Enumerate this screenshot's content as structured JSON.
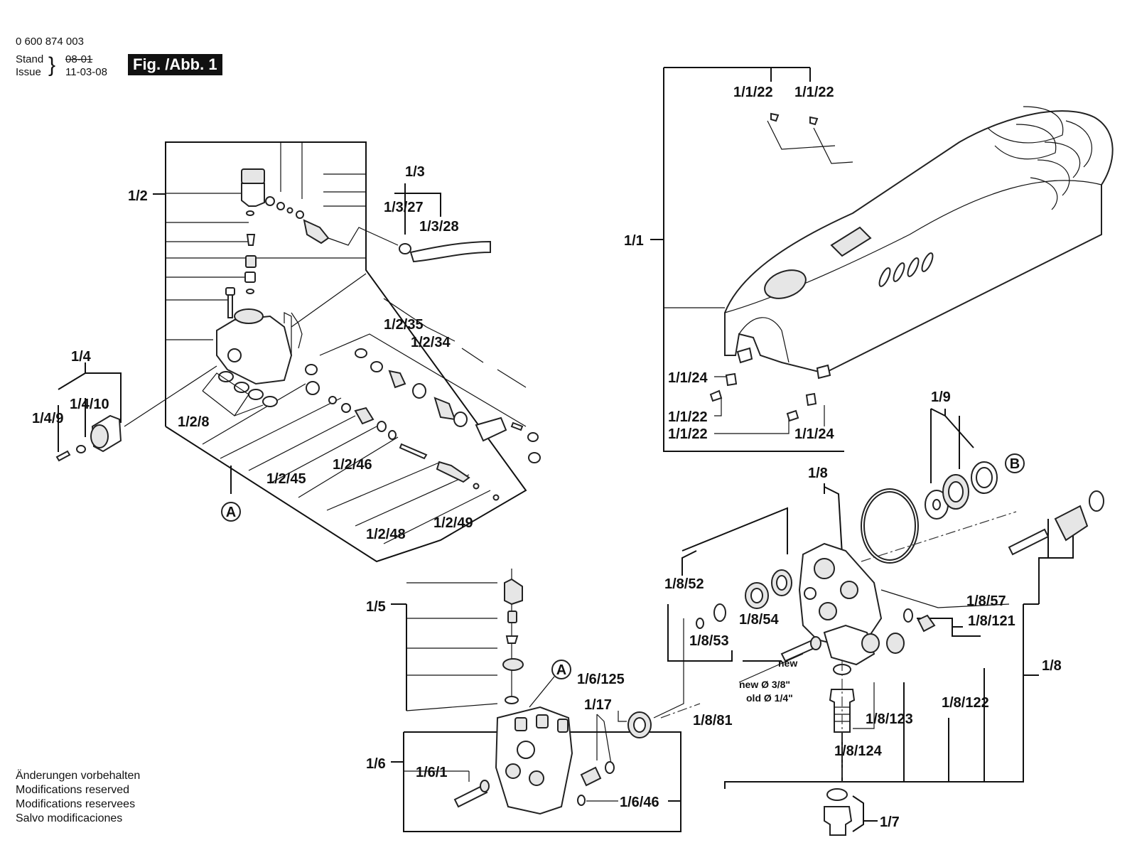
{
  "header": {
    "part_number": "0 600 874 003",
    "stand_label": "Stand",
    "issue_label": "Issue",
    "old_date": "08-01",
    "issue_date": "11-03-08",
    "figure_label": "Fig. /Abb. 1"
  },
  "footer": {
    "lines": [
      "Änderungen vorbehalten",
      "Modifications reserved",
      "Modifications reservees",
      "Salvo modificaciones"
    ]
  },
  "callouts": {
    "c_1_2": "1/2",
    "c_1_3": "1/3",
    "c_1_3_27": "1/3/27",
    "c_1_3_28": "1/3/28",
    "c_1_4": "1/4",
    "c_1_4_10": "1/4/10",
    "c_1_4_9": "1/4/9",
    "c_1_2_8": "1/2/8",
    "c_1_2_35": "1/2/35",
    "c_1_2_34": "1/2/34",
    "c_1_2_45": "1/2/45",
    "c_1_2_46": "1/2/46",
    "c_1_2_48": "1/2/48",
    "c_1_2_49": "1/2/49",
    "c_1_1": "1/1",
    "c_1_1_22_a": "1/1/22",
    "c_1_1_22_b": "1/1/22",
    "c_1_1_24_a": "1/1/24",
    "c_1_1_22_c": "1/1/22",
    "c_1_1_22_d": "1/1/22",
    "c_1_1_24_b": "1/1/24",
    "c_1_9": "1/9",
    "c_1_8_top": "1/8",
    "c_1_8_52": "1/8/52",
    "c_1_8_54": "1/8/54",
    "c_1_8_53": "1/8/53",
    "c_1_8_57": "1/8/57",
    "c_1_8_121": "1/8/121",
    "c_1_8_right": "1/8",
    "c_1_8_122": "1/8/122",
    "c_1_8_123": "1/8/123",
    "c_1_8_124": "1/8/124",
    "c_1_8_81": "1/8/81",
    "c_1_5": "1/5",
    "c_1_6_125": "1/6/125",
    "c_1_17": "1/17",
    "c_1_6": "1/6",
    "c_1_6_1": "1/6/1",
    "c_1_6_46": "1/6/46",
    "c_1_7": "1/7"
  },
  "notes": {
    "new": "new",
    "new_dia": "new Ø 3/8\"",
    "old_dia": "old Ø 1/4\""
  },
  "refs": {
    "a1": "A",
    "a2": "A",
    "b": "B"
  }
}
